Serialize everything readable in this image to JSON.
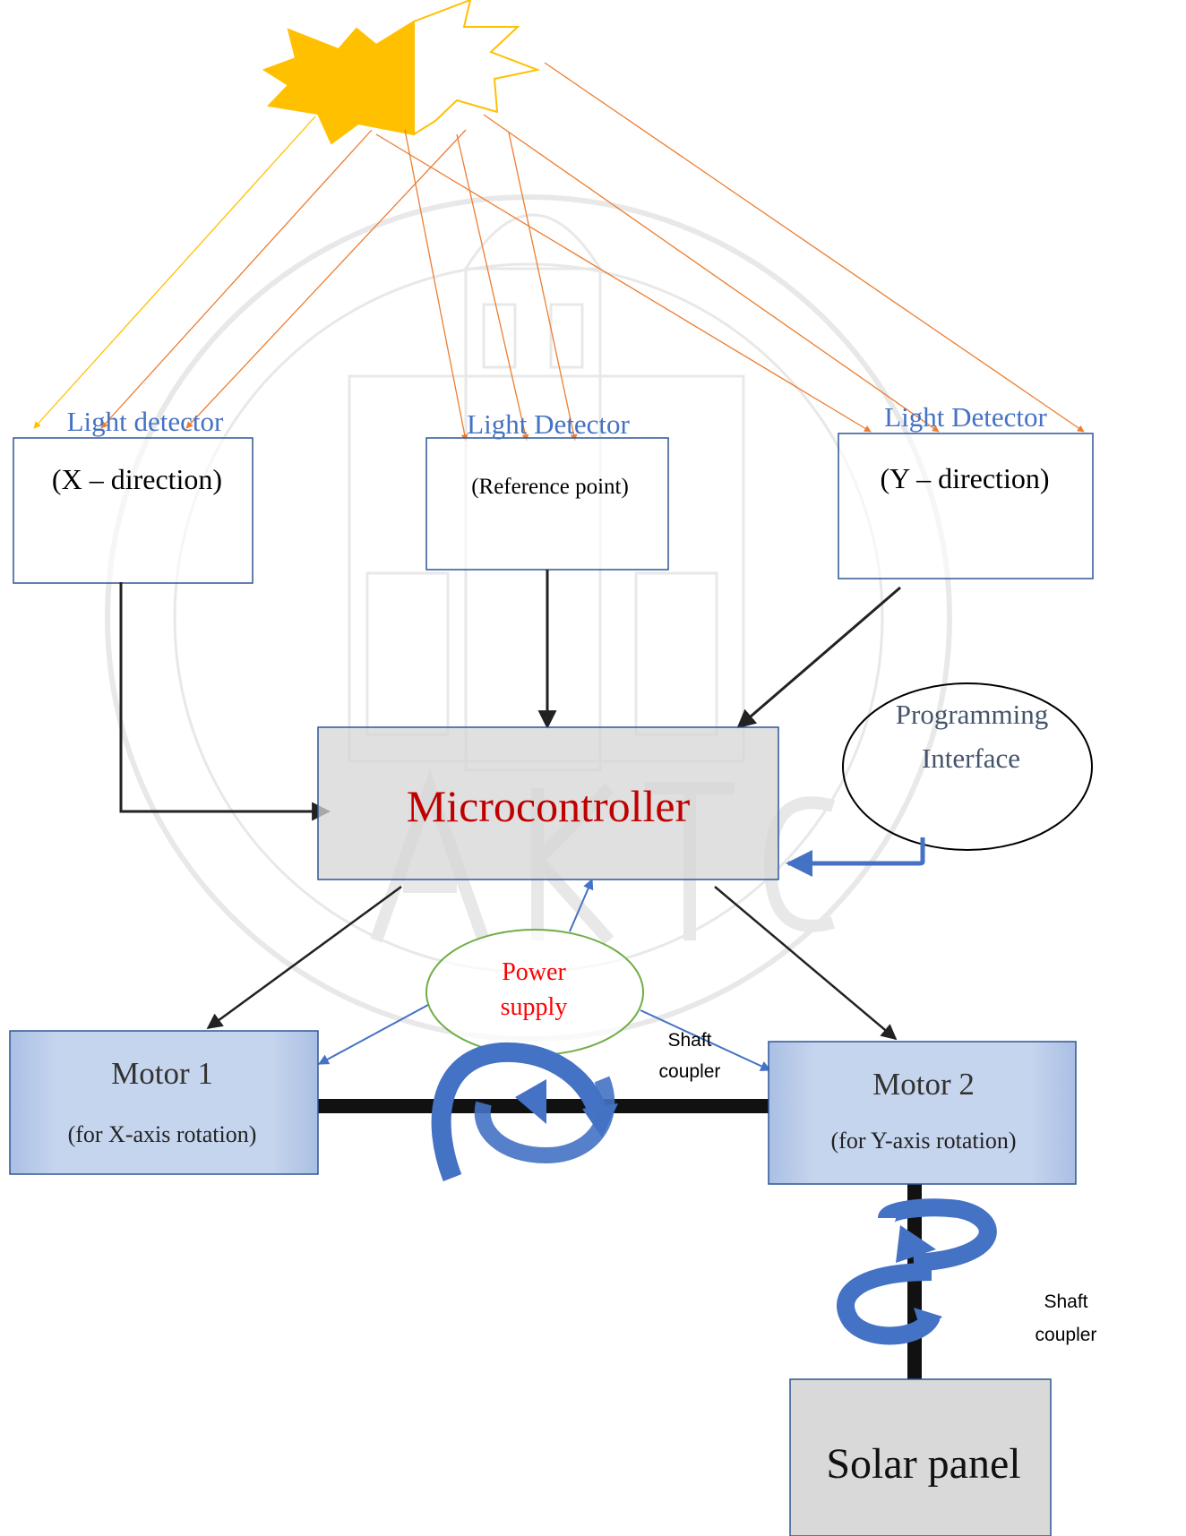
{
  "sun": {
    "icon": "sun-icon"
  },
  "detector_x": {
    "title": "Light detector",
    "subtitle": "(X – direction)"
  },
  "detector_ref": {
    "title": "Light Detector",
    "subtitle": "(Reference point)"
  },
  "detector_y": {
    "title": "Light Detector",
    "subtitle": "(Y – direction)"
  },
  "microcontroller": {
    "label": "Microcontroller"
  },
  "programming_interface": {
    "line1": "Programming",
    "line2": "Interface"
  },
  "power_supply": {
    "line1": "Power",
    "line2": "supply"
  },
  "motor1": {
    "title": "Motor 1",
    "subtitle": "(for X-axis rotation)"
  },
  "motor2": {
    "title": "Motor 2",
    "subtitle": "(for Y-axis rotation)"
  },
  "coupler_top": {
    "line1": "Shaft",
    "line2": "coupler"
  },
  "coupler_bottom": {
    "line1": "Shaft",
    "line2": "coupler"
  },
  "solar_panel": {
    "label": "Solar panel"
  },
  "colors": {
    "sun": "#FFC000",
    "ray": "#ED7D31",
    "detector_title": "#4472C4",
    "micro_text": "#C00000",
    "power_text": "#FF0000",
    "power_border": "#70AD47",
    "motor_fill": "#B4C7E7",
    "motor_border": "#2F5597",
    "rotation_arrow": "#4472C4",
    "panel_fill": "#D9D9D9"
  }
}
